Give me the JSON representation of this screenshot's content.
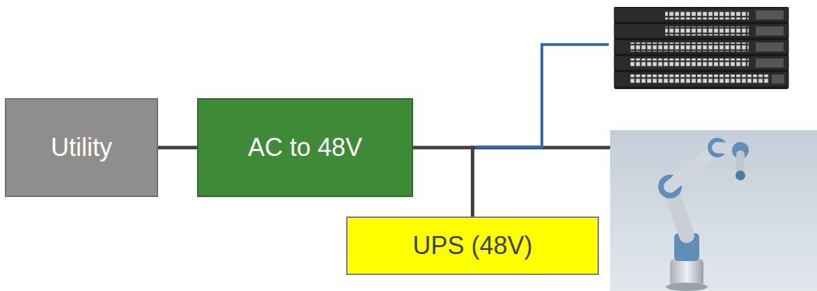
{
  "diagram": {
    "nodes": [
      {
        "text": [
          "Utility"
        ]
      },
      {
        "text": [
          "AC to 48V"
        ]
      },
      {
        "text": [
          "UPS (48V)"
        ]
      }
    ],
    "edges": [
      {
        "from": 0,
        "to": 1,
        "arrow": "none"
      },
      {
        "from": 1,
        "to": 2,
        "arrow": "none"
      }
    ]
  }
}
